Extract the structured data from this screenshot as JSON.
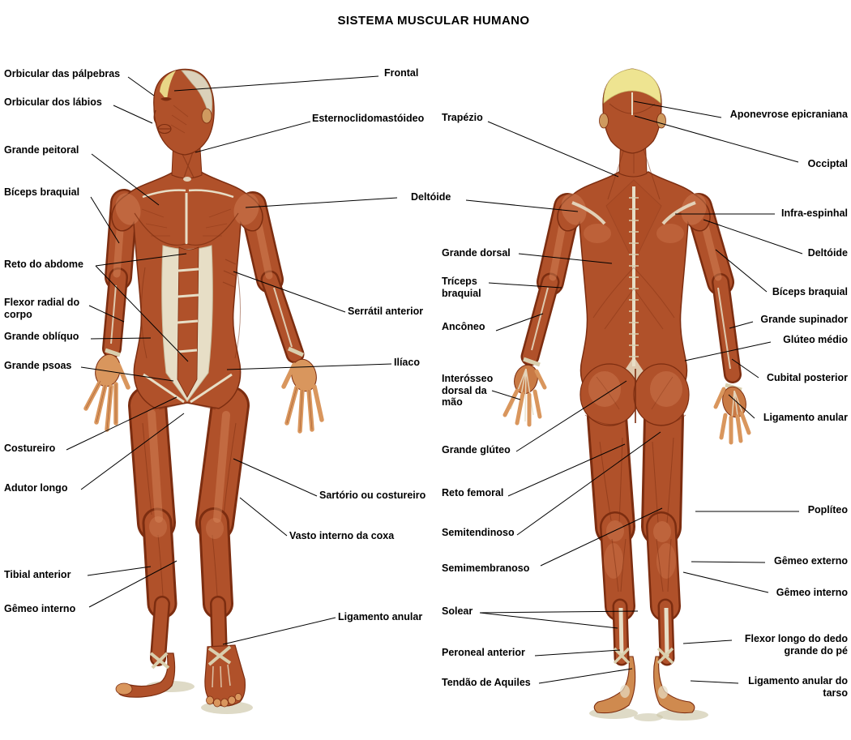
{
  "title": "SISTEMA MUSCULAR HUMANO",
  "anterior_view": {
    "left_labels": [
      "Orbicular das pálpebras",
      "Orbicular dos lábios",
      "Grande peitoral",
      "Bíceps braquial",
      "Reto do abdome",
      "Flexor radial do corpo",
      "Grande oblíquo",
      "Grande psoas",
      "Costureiro",
      "Adutor longo",
      "Tibial anterior",
      "Gêmeo interno"
    ],
    "right_labels": [
      "Frontal",
      "Esternoclidomastóideo",
      "Deltóide",
      "Serrátil anterior",
      "Ilíaco",
      "Sartório ou costureiro",
      "Vasto interno da coxa",
      "Ligamento anular"
    ]
  },
  "posterior_view": {
    "left_labels": [
      "Trapézio",
      "Grande dorsal",
      "Tríceps braquial",
      "Ancôneo",
      "Interósseo dorsal da mão",
      "Grande glúteo",
      "Reto femoral",
      "Semitendinoso",
      "Semimembranoso",
      "Solear",
      "Peroneal anterior",
      "Tendão de Aquiles"
    ],
    "right_labels": [
      "Aponevrose epicraniana",
      "Occiptal",
      "Infra-espinhal",
      "Deltóide",
      "Bíceps braquial",
      "Grande supinador",
      "Glúteo médio",
      "Cubital posterior",
      "Ligamento anular",
      "Poplíteo",
      "Gêmeo externo",
      "Gêmeo interno",
      "Flexor longo do dedo grande do pé",
      "Ligamento anular do tarso"
    ]
  },
  "colors": {
    "background": "#ffffff",
    "label_text": "#000000",
    "leader_line": "#000000",
    "muscle": "#b0512a",
    "muscle_dark": "#7c2d10",
    "muscle_highlight": "#d9895e",
    "tendon": "#e7dec6",
    "skull_yellow": "#eee491",
    "skin": "#d9965d"
  }
}
